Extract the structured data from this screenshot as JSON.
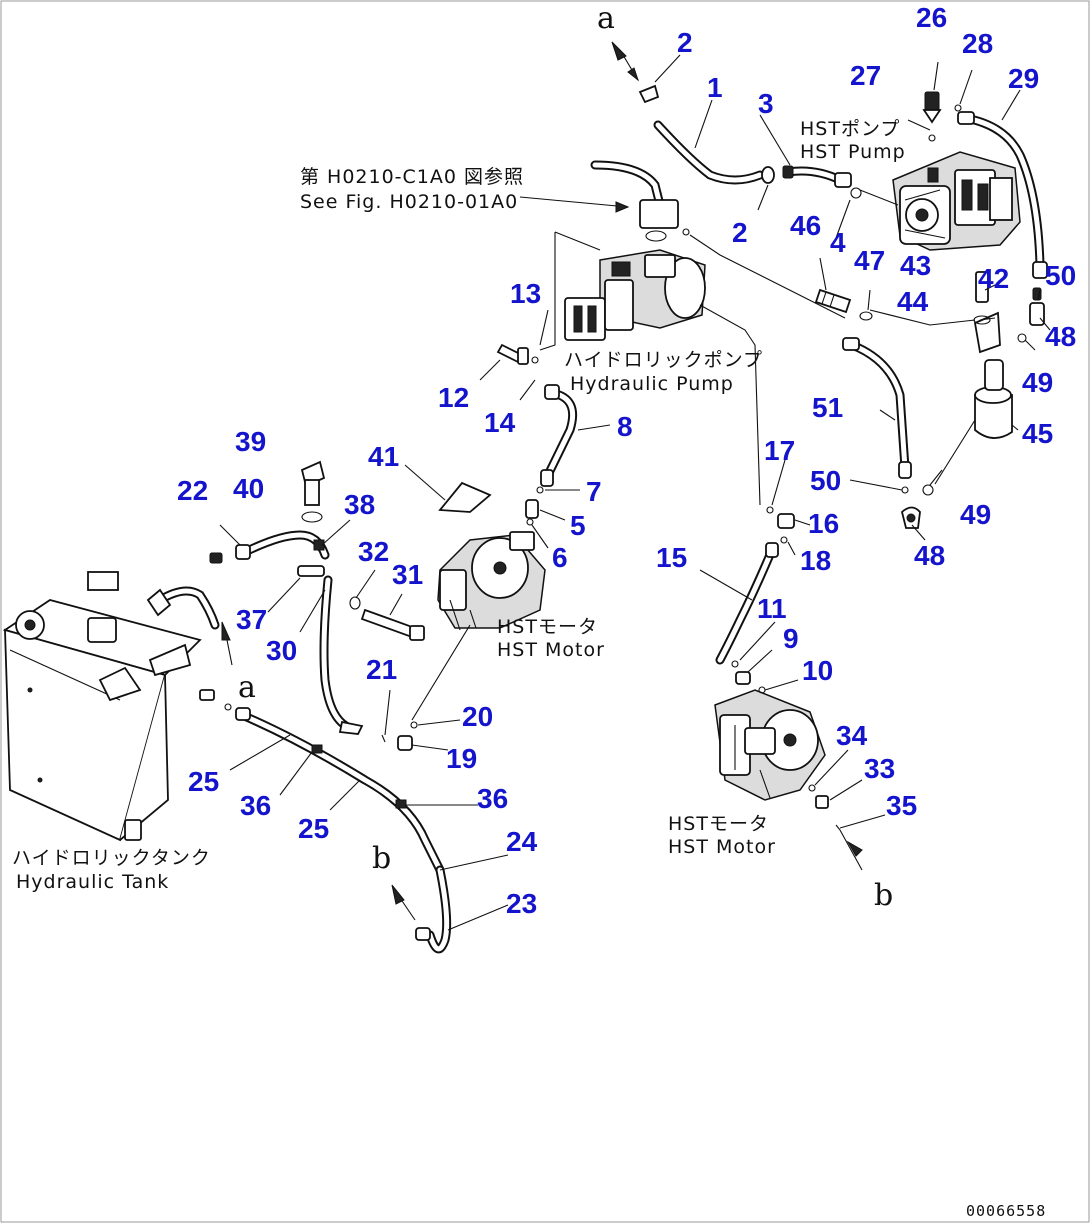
{
  "diagram": {
    "callouts": [
      {
        "id": "c1",
        "text": "1"
      },
      {
        "id": "c2a",
        "text": "2"
      },
      {
        "id": "c2b",
        "text": "2"
      },
      {
        "id": "c3",
        "text": "3"
      },
      {
        "id": "c4",
        "text": "4"
      },
      {
        "id": "c5",
        "text": "5"
      },
      {
        "id": "c6",
        "text": "6"
      },
      {
        "id": "c7",
        "text": "7"
      },
      {
        "id": "c8",
        "text": "8"
      },
      {
        "id": "c9",
        "text": "9"
      },
      {
        "id": "c10",
        "text": "10"
      },
      {
        "id": "c11",
        "text": "11"
      },
      {
        "id": "c12",
        "text": "12"
      },
      {
        "id": "c13",
        "text": "13"
      },
      {
        "id": "c14",
        "text": "14"
      },
      {
        "id": "c15",
        "text": "15"
      },
      {
        "id": "c16",
        "text": "16"
      },
      {
        "id": "c17",
        "text": "17"
      },
      {
        "id": "c18",
        "text": "18"
      },
      {
        "id": "c19",
        "text": "19"
      },
      {
        "id": "c20",
        "text": "20"
      },
      {
        "id": "c21",
        "text": "21"
      },
      {
        "id": "c22",
        "text": "22"
      },
      {
        "id": "c23",
        "text": "23"
      },
      {
        "id": "c24",
        "text": "24"
      },
      {
        "id": "c25a",
        "text": "25"
      },
      {
        "id": "c25b",
        "text": "25"
      },
      {
        "id": "c26",
        "text": "26"
      },
      {
        "id": "c27",
        "text": "27"
      },
      {
        "id": "c28",
        "text": "28"
      },
      {
        "id": "c29",
        "text": "29"
      },
      {
        "id": "c30",
        "text": "30"
      },
      {
        "id": "c31",
        "text": "31"
      },
      {
        "id": "c32",
        "text": "32"
      },
      {
        "id": "c33",
        "text": "33"
      },
      {
        "id": "c34",
        "text": "34"
      },
      {
        "id": "c35",
        "text": "35"
      },
      {
        "id": "c36a",
        "text": "36"
      },
      {
        "id": "c36b",
        "text": "36"
      },
      {
        "id": "c37",
        "text": "37"
      },
      {
        "id": "c38",
        "text": "38"
      },
      {
        "id": "c39",
        "text": "39"
      },
      {
        "id": "c40",
        "text": "40"
      },
      {
        "id": "c41",
        "text": "41"
      },
      {
        "id": "c42",
        "text": "42"
      },
      {
        "id": "c43",
        "text": "43"
      },
      {
        "id": "c44",
        "text": "44"
      },
      {
        "id": "c45",
        "text": "45"
      },
      {
        "id": "c46",
        "text": "46"
      },
      {
        "id": "c47",
        "text": "47"
      },
      {
        "id": "c48a",
        "text": "48"
      },
      {
        "id": "c48b",
        "text": "48"
      },
      {
        "id": "c49a",
        "text": "49"
      },
      {
        "id": "c49b",
        "text": "49"
      },
      {
        "id": "c50a",
        "text": "50"
      },
      {
        "id": "c50b",
        "text": "50"
      },
      {
        "id": "c51",
        "text": "51"
      }
    ],
    "labels": {
      "see_fig_jp": "第 H0210-C1A0 図参照",
      "see_fig_en": "See Fig. H0210-01A0",
      "hst_pump_jp": "HSTポンプ",
      "hst_pump_en": "HST Pump",
      "hydraulic_pump_jp": "ハイドロリックポンプ",
      "hydraulic_pump_en": "Hydraulic Pump",
      "hst_motor1_jp": "HSTモータ",
      "hst_motor1_en": "HST Motor",
      "hst_motor2_jp": "HSTモータ",
      "hst_motor2_en": "HST Motor",
      "hydraulic_tank_jp": "ハイドロリックタンク",
      "hydraulic_tank_en": "Hydraulic Tank"
    },
    "markers": {
      "a_top": "a",
      "a_tank": "a",
      "b_left": "b",
      "b_right": "b"
    },
    "doc_number": "00066558"
  }
}
